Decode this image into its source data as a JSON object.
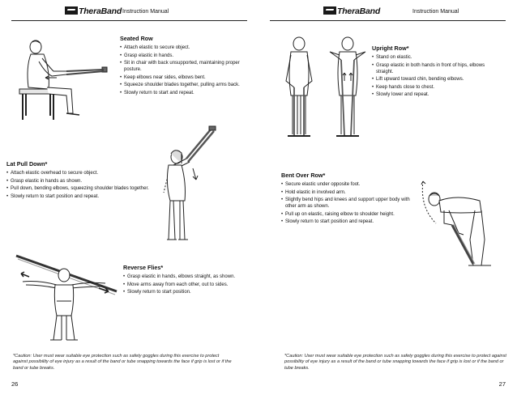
{
  "brand": "TheraBand",
  "left": {
    "header": "Instruction Manual",
    "page_number": "26",
    "caution": "*Caution: User must wear suitable eye protection such as safety goggles during this exercise to protect against possibility of eye injury as a result of the band or tube snapping towards the face if grip is lost or if the band or tube breaks.",
    "seated_row": {
      "title": "Seated Row",
      "steps": [
        "Attach elastic to secure object.",
        "Grasp elastic in hands.",
        "Sit in chair with back unsupported, maintaining proper posture.",
        "Keep elbows near sides, elbows bent.",
        "Squeeze shoulder blades together, pulling arms back.",
        "Slowly return to start and repeat."
      ]
    },
    "lat_pull_down": {
      "title": "Lat Pull Down*",
      "steps": [
        "Attach elastic overhead to secure object.",
        "Grasp elastic in hands as shown.",
        "Pull down, bending elbows, squeezing shoulder blades together.",
        "Slowly return to start position and repeat."
      ]
    },
    "reverse_flies": {
      "title": "Reverse Flies*",
      "steps": [
        "Grasp elastic in hands, elbows straight, as shown.",
        "Move arms away from each other, out to sides.",
        "Slowly return to start position."
      ]
    }
  },
  "right": {
    "header": "Instruction Manual",
    "page_number": "27",
    "caution": "*Caution: User must wear suitable eye protection such as safety goggles during this exercise to protect against possibility of eye injury as a result of the band or tube snapping towards the face if grip is lost or if the band or tube breaks.",
    "upright_row": {
      "title": "Upright Row*",
      "steps": [
        "Stand on elastic.",
        "Grasp elastic in both hands in front of hips, elbows straight.",
        "Lift upward toward chin, bending elbows.",
        "Keep hands close to chest.",
        "Slowly lower and repeat."
      ]
    },
    "bent_over_row": {
      "title": "Bent Over Row*",
      "steps": [
        "Secure elastic under opposite foot.",
        "Hold elastic in involved arm.",
        "Slightly bend hips and knees and support upper body with other arm as shown.",
        "Pull up on elastic, raising elbow to shoulder height.",
        "Slowly return to start position and repeat."
      ]
    }
  }
}
